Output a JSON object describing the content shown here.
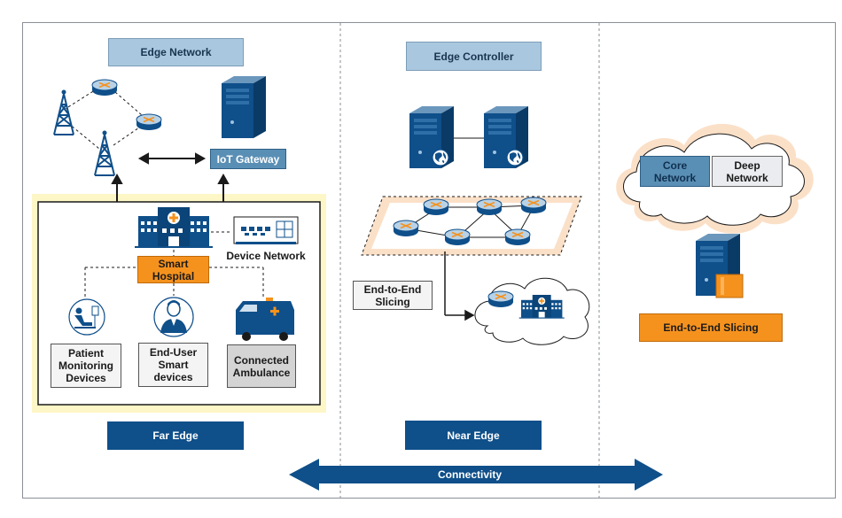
{
  "sections": {
    "edge_network": "Edge Network",
    "edge_controller": "Edge Controller",
    "far_edge": "Far Edge",
    "near_edge": "Near Edge"
  },
  "labels": {
    "iot_gateway": "IoT Gateway",
    "smart_hospital": "Smart\nHospital",
    "device_network": "Device Network",
    "patient_monitoring": "Patient\nMonitoring\nDevices",
    "end_user_devices": "End-User\nSmart\ndevices",
    "connected_ambulance": "Connected\nAmbulance",
    "e2e_slicing_near": "End-to-End\nSlicing",
    "core_network": "Core\nNetwork",
    "deep_network": "Deep\nNetwork",
    "e2e_slicing_core": "End-to-End Slicing",
    "connectivity": "Connectivity"
  },
  "icons": {
    "cell_tower": "cell-tower-icon",
    "router": "router-icon",
    "server": "server-icon",
    "hospital": "hospital-icon",
    "switch": "network-switch-icon",
    "patient": "patient-icon",
    "person": "person-icon",
    "ambulance": "ambulance-icon",
    "globe": "globe-icon"
  },
  "colors": {
    "navy": "#0f4f8a",
    "light_blue": "#a9c8df",
    "steel_blue": "#5a8fb5",
    "orange": "#f5921e",
    "highlight_yellow": "#fdf6c6",
    "slice_peach": "#fbe0c8"
  }
}
